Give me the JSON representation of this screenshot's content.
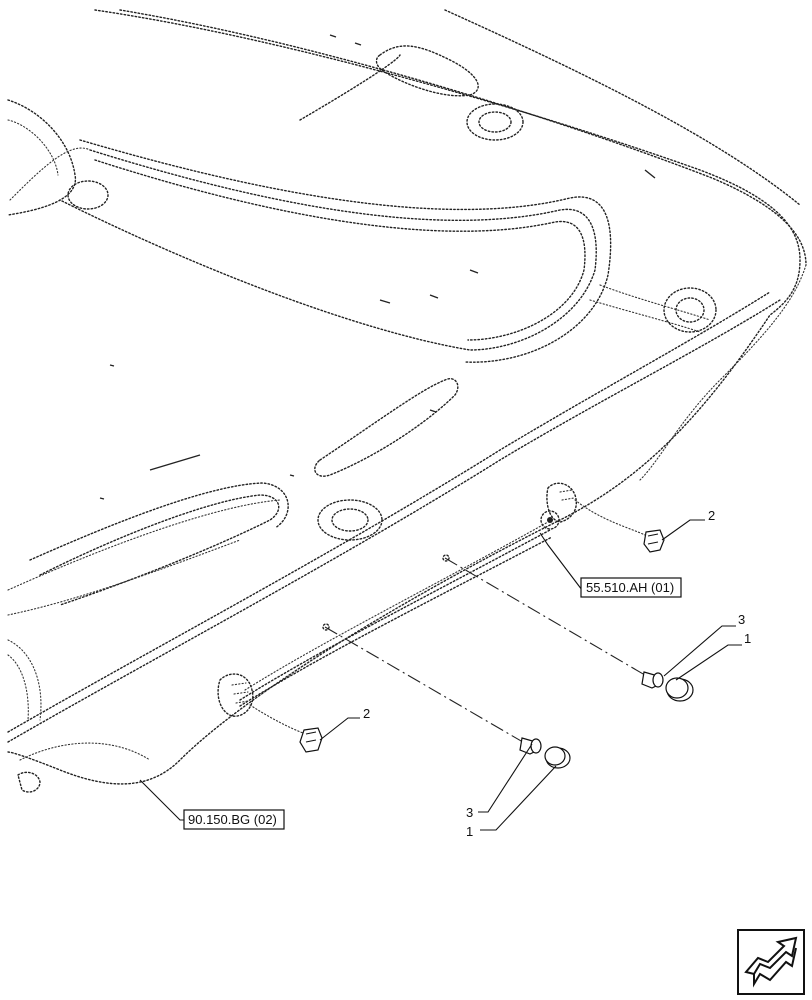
{
  "references": {
    "ref_upper": "55.510.AH (01)",
    "ref_lower": "90.150.BG (02)"
  },
  "callouts": {
    "clip_upper": "2",
    "clip_lower": "2",
    "screw_upper": "3",
    "cap_upper": "1",
    "screw_lower": "3",
    "cap_lower": "1"
  },
  "icons": {
    "navigation": "next-page-arrow-icon"
  }
}
